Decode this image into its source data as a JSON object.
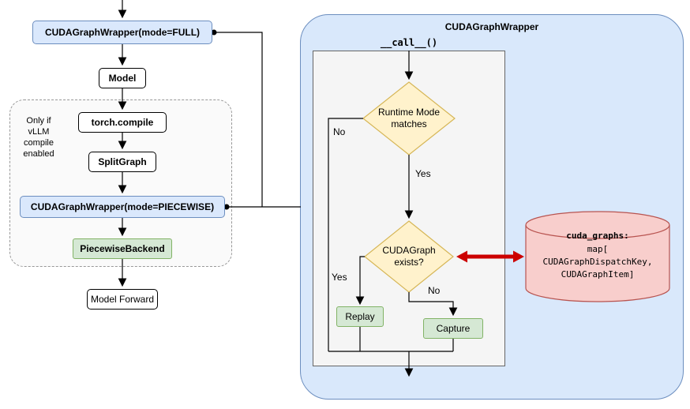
{
  "left_flow": {
    "full_wrapper": "CUDAGraphWrapper(mode=FULL)",
    "model": "Model",
    "group_note": "Only if\nvLLM\ncompile\nenabled",
    "torch_compile": "torch.compile",
    "split_graph": "SplitGraph",
    "piecewise_wrapper": "CUDAGraphWrapper(mode=PIECEWISE)",
    "piecewise_backend": "PiecewiseBackend",
    "model_forward": "Model Forward"
  },
  "panel": {
    "title": "CUDAGraphWrapper",
    "entry_label": "__call__()",
    "decision_runtime_mode": "Runtime Mode\nmatches",
    "decision_graph_exists": "CUDAGraph\nexists?",
    "edge_labels": {
      "runtime_no": "No",
      "runtime_yes": "Yes",
      "exists_yes": "Yes",
      "exists_no": "No"
    },
    "replay": "Replay",
    "capture": "Capture"
  },
  "datastore": {
    "title": "cuda_graphs:",
    "body": "map[\nCUDAGraphDispatchKey,\nCUDAGraphItem]"
  },
  "colors": {
    "node_blue_fill": "#dae8fc",
    "node_blue_border": "#6c8ebf",
    "node_green_fill": "#d5e8d4",
    "node_green_border": "#82b366",
    "decision_fill": "#fff2cc",
    "decision_border": "#d6b656",
    "datastore_fill": "#f8cecc",
    "datastore_border": "#b85450",
    "panel_fill": "#d9e8fb",
    "inner_fill": "#f5f5f5",
    "red_arrow": "#cc0000"
  }
}
